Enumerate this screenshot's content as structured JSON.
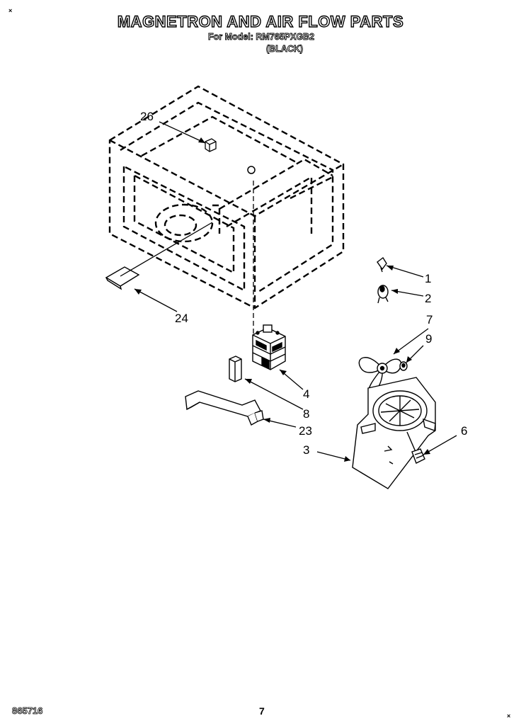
{
  "header": {
    "title": "MAGNETRON AND AIR FLOW PARTS",
    "model_line": "For Model: RM765PXGB2",
    "color_line": "(BLACK)"
  },
  "corner_marks": {
    "top_left": "×",
    "bottom_right": "×"
  },
  "callouts": {
    "c1": "1",
    "c2": "2",
    "c3": "3",
    "c4": "4",
    "c6": "6",
    "c7": "7",
    "c8": "8",
    "c9": "9",
    "c23": "23",
    "c24": "24",
    "c26": "26"
  },
  "footer": {
    "doc_number": "865716",
    "page_number": "7"
  }
}
